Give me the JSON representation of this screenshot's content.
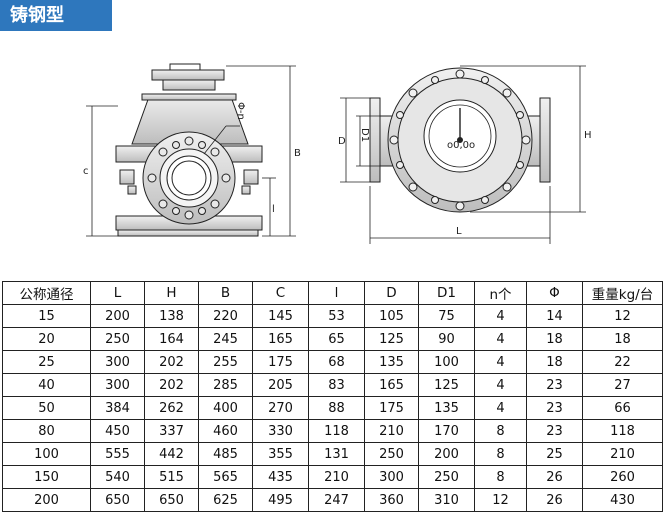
{
  "header": {
    "title": "铸钢型"
  },
  "drawing": {
    "side_labels": {
      "c": "c",
      "B": "B",
      "l": "l",
      "phi_n": "Φ-n"
    },
    "front_labels": {
      "D": "D",
      "D1": "D1",
      "H": "H",
      "L": "L",
      "dial_text": "o0,0o"
    }
  },
  "table": {
    "headers": [
      "公称通径",
      "L",
      "H",
      "B",
      "C",
      "l",
      "D",
      "D1",
      "n个",
      "Φ",
      "重量kg/台"
    ],
    "rows": [
      [
        "15",
        "200",
        "138",
        "220",
        "145",
        "53",
        "105",
        "75",
        "4",
        "14",
        "12"
      ],
      [
        "20",
        "250",
        "164",
        "245",
        "165",
        "65",
        "125",
        "90",
        "4",
        "18",
        "18"
      ],
      [
        "25",
        "300",
        "202",
        "255",
        "175",
        "68",
        "135",
        "100",
        "4",
        "18",
        "22"
      ],
      [
        "40",
        "300",
        "202",
        "285",
        "205",
        "83",
        "165",
        "125",
        "4",
        "23",
        "27"
      ],
      [
        "50",
        "384",
        "262",
        "400",
        "270",
        "88",
        "175",
        "135",
        "4",
        "23",
        "66"
      ],
      [
        "80",
        "450",
        "337",
        "460",
        "330",
        "118",
        "210",
        "170",
        "8",
        "23",
        "118"
      ],
      [
        "100",
        "555",
        "442",
        "485",
        "355",
        "131",
        "250",
        "200",
        "8",
        "25",
        "210"
      ],
      [
        "150",
        "540",
        "515",
        "565",
        "435",
        "210",
        "300",
        "250",
        "8",
        "26",
        "260"
      ],
      [
        "200",
        "650",
        "650",
        "625",
        "495",
        "247",
        "360",
        "310",
        "12",
        "26",
        "430"
      ]
    ]
  },
  "colors": {
    "header_bg": "#2e77bd",
    "header_fg": "#ffffff",
    "metal": "#d8d8d8",
    "line": "#222222"
  }
}
